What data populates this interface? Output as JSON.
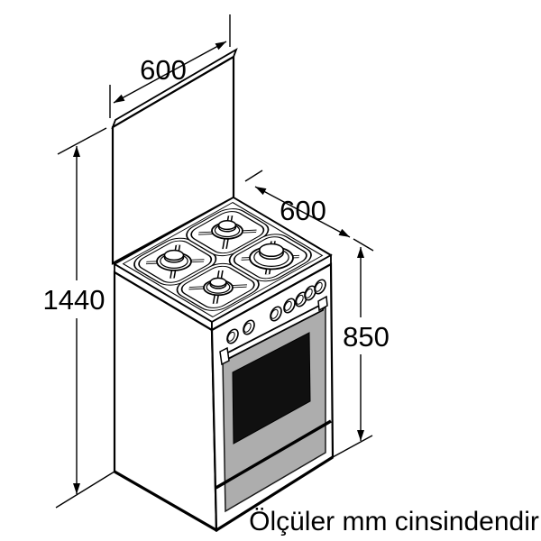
{
  "diagram": {
    "note": "Ölçüler mm cinsindendir",
    "dimensions": {
      "lid_width": "600",
      "cooktop_depth": "600",
      "overall_height": "1440",
      "body_height": "850"
    },
    "colors": {
      "line": "#000000",
      "panel_gray": "#adadad",
      "window_black": "#101010",
      "background": "#ffffff"
    }
  }
}
